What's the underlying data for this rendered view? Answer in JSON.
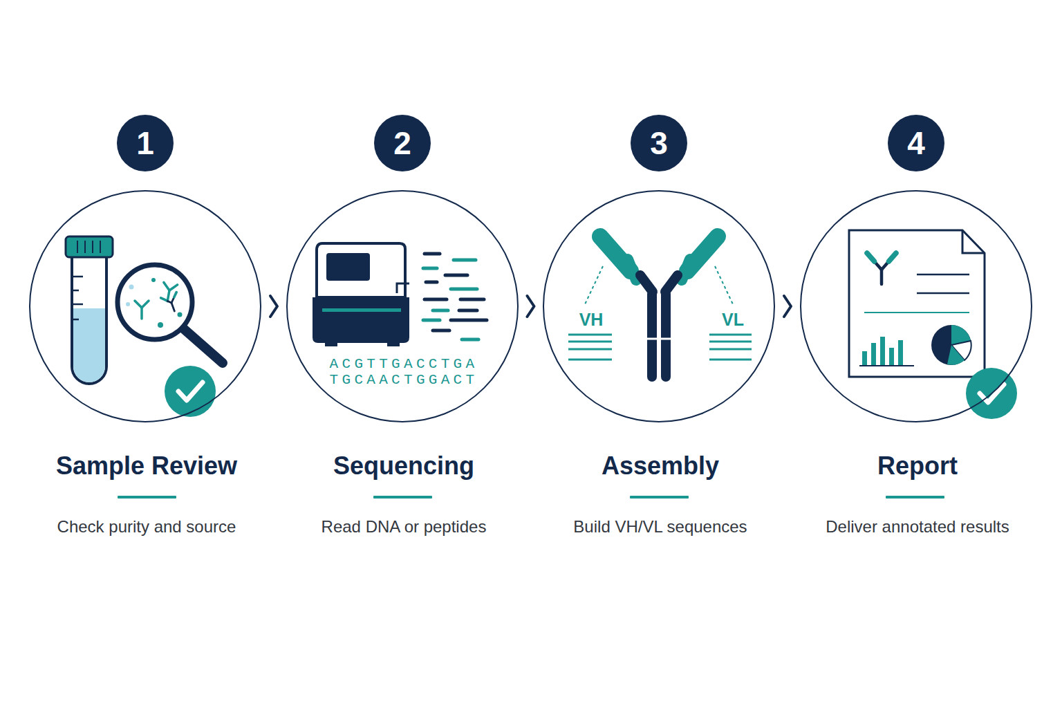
{
  "diagram": {
    "nodes": [
      {
        "text": [
          "1"
        ]
      },
      {
        "text": [
          "Sample Review",
          "Check purity and source"
        ]
      },
      {
        "text": [
          "2"
        ]
      },
      {
        "text": [
          "ACGTTGACCTGA",
          "TGCAACTGGACT",
          "Sequencing",
          "Read DNA or peptides"
        ]
      },
      {
        "text": [
          "3"
        ]
      },
      {
        "text": [
          "VH",
          "VL",
          "Assembly",
          "Build VH/VL sequences"
        ]
      },
      {
        "text": [
          "4"
        ]
      },
      {
        "text": [
          "Report",
          "Deliver annotated results"
        ]
      }
    ],
    "edges": [
      {
        "from": 1,
        "to": 3,
        "arrow": "to"
      },
      {
        "from": 3,
        "to": 5,
        "arrow": "to"
      },
      {
        "from": 5,
        "to": 7,
        "arrow": "to"
      }
    ]
  }
}
